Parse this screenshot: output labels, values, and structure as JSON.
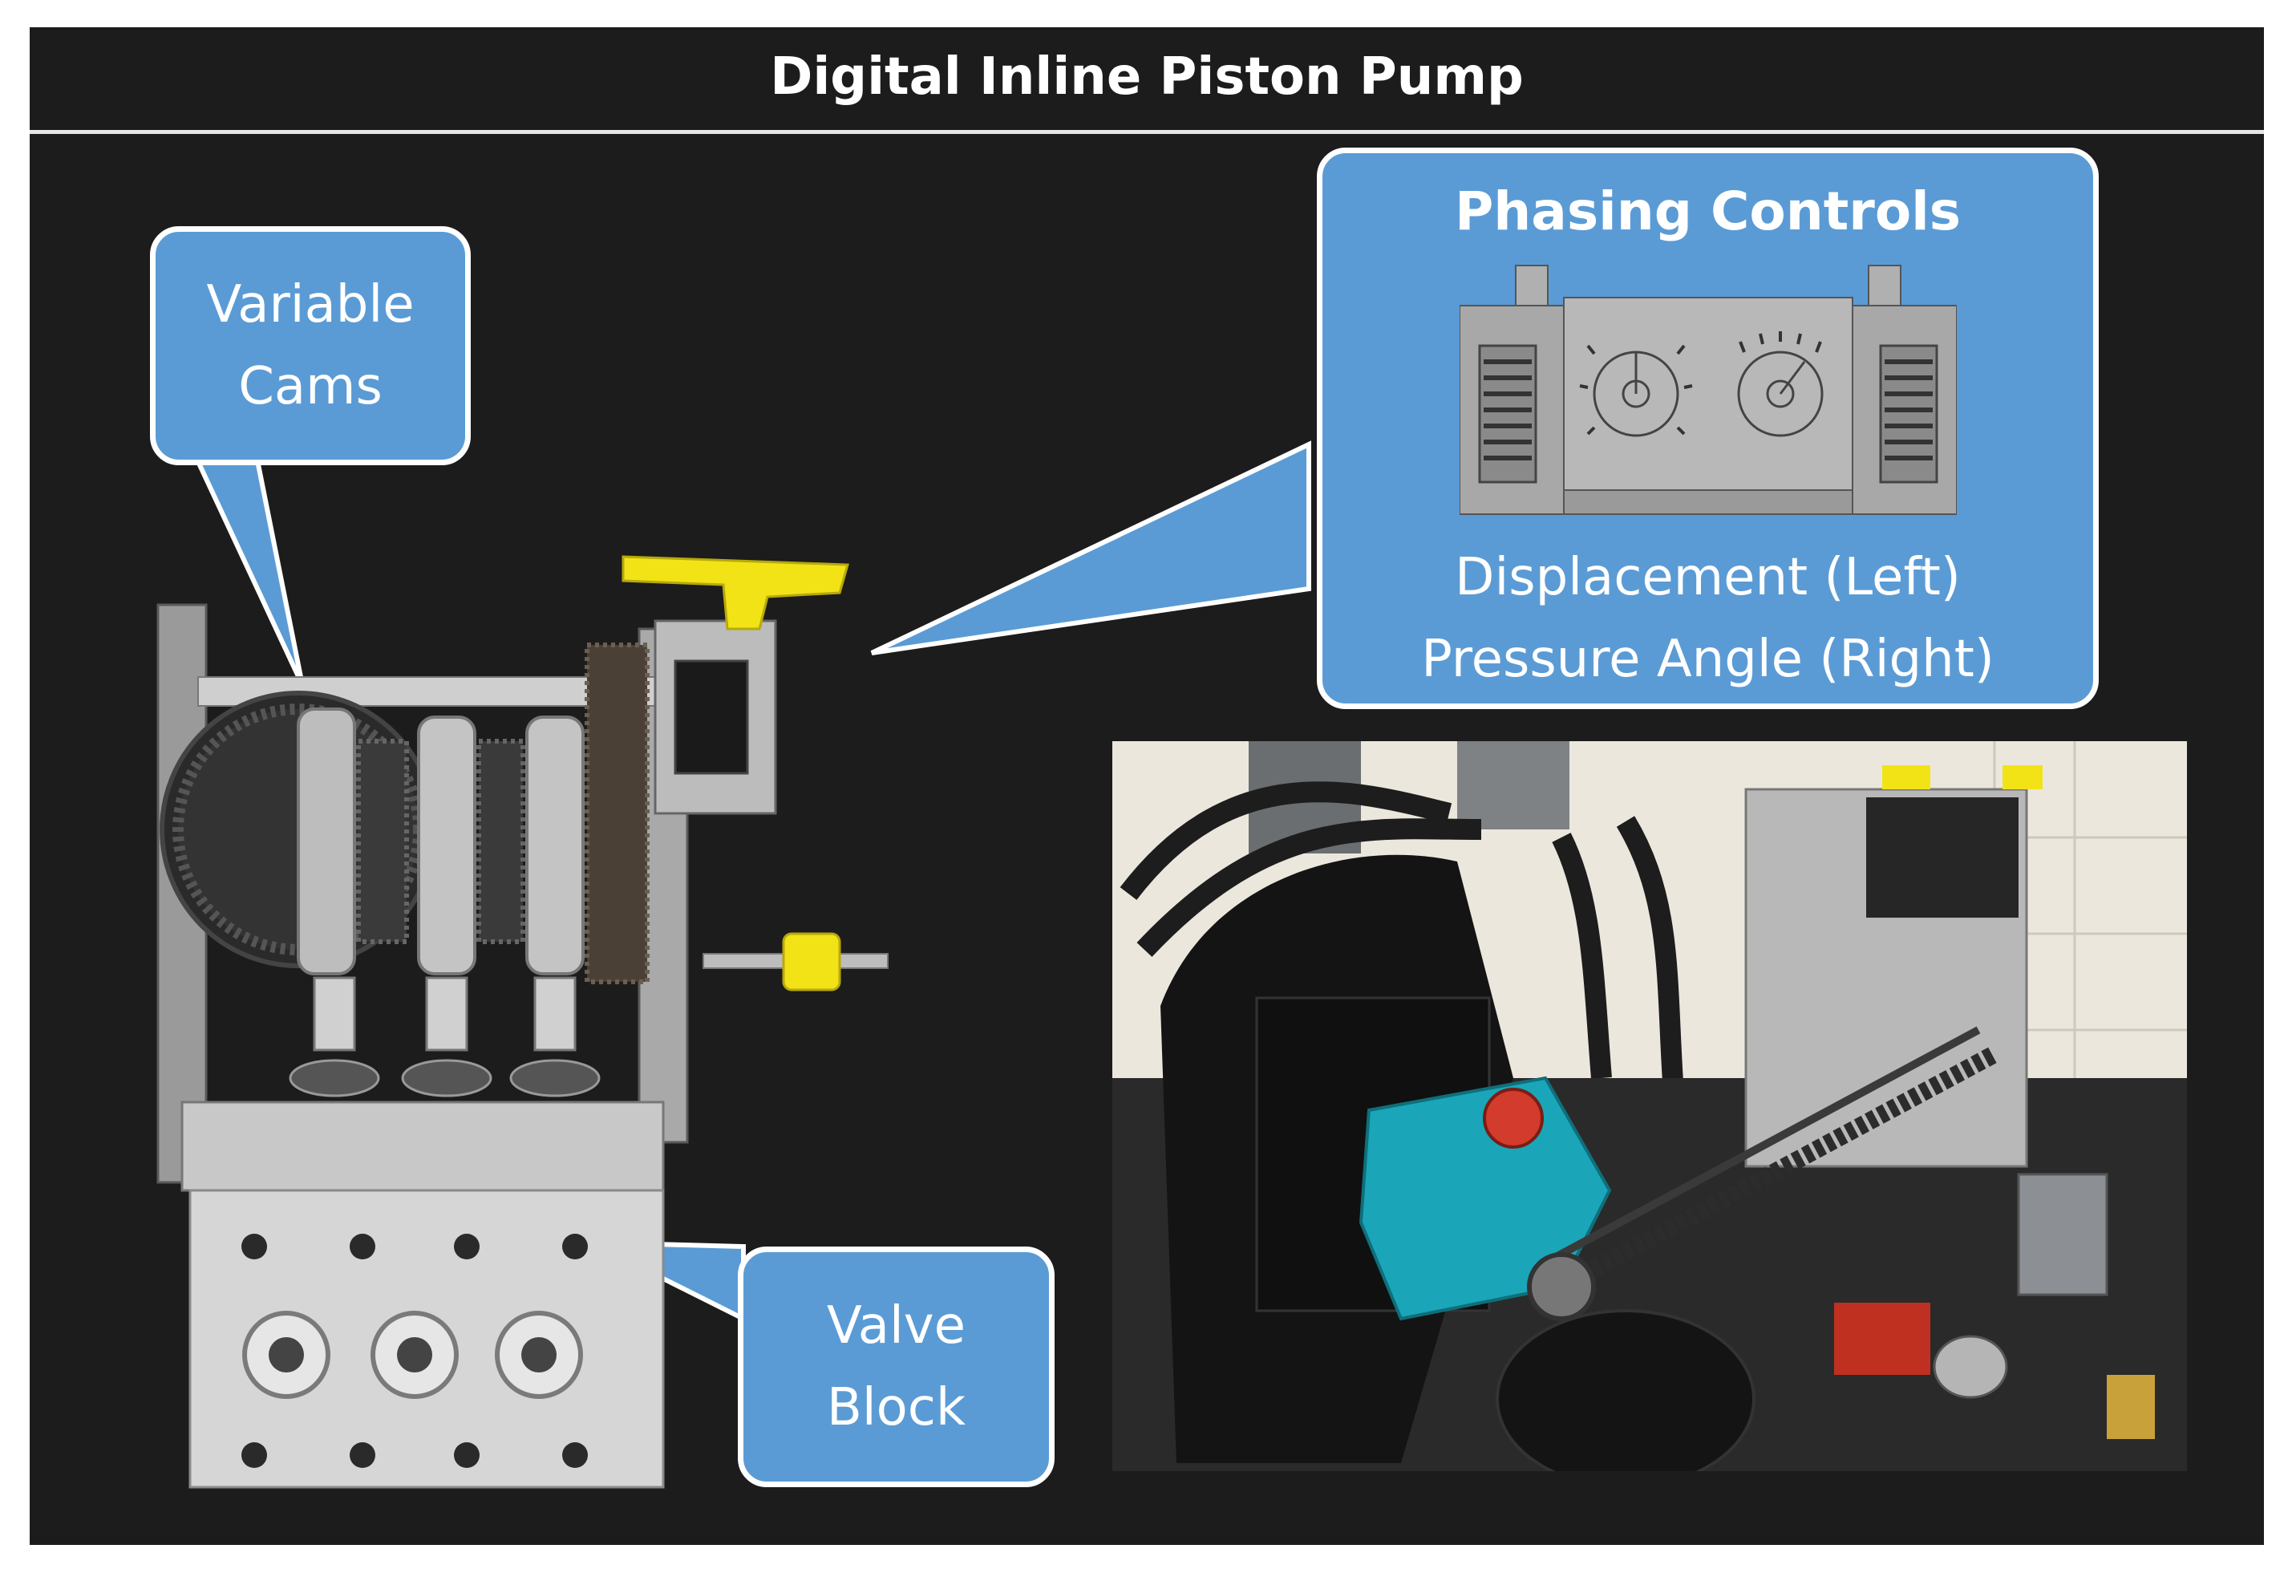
{
  "title": "Digital Inline Piston Pump",
  "callouts": {
    "variable_cams": {
      "line1": "Variable",
      "line2": "Cams"
    },
    "phasing_controls": {
      "heading": "Phasing Controls",
      "line1": "Displacement (Left)",
      "line2": "Pressure Angle (Right)"
    },
    "valve_block": {
      "line1": "Valve",
      "line2": "Block"
    }
  },
  "icons": {
    "pump_assembly": "pump-assembly-photo",
    "test_rig": "test-rig-photo",
    "phasing_diagram": "phasing-controls-diagram"
  },
  "colors": {
    "background": "#1c1c1c",
    "callout_fill": "#5b9bd5",
    "callout_border": "#ffffff",
    "handle_yellow": "#f2e317",
    "pump_blue": "#1aa6b8"
  }
}
